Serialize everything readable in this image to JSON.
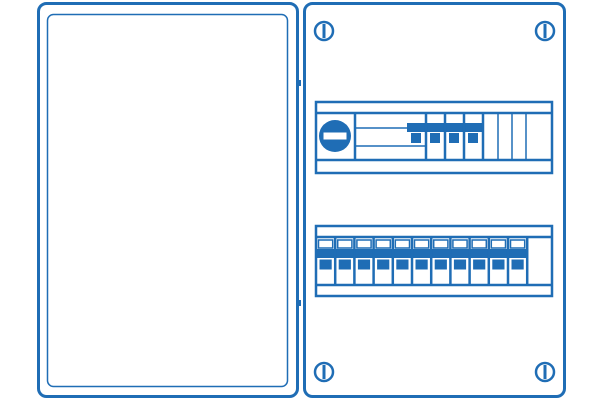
{
  "colors": {
    "stroke": "#1f6db5",
    "background": "#ffffff"
  },
  "panel": {
    "door": {
      "state": "open"
    },
    "screws": 4,
    "upper_rail": {
      "main_switch": 1,
      "breakers": 4,
      "blank_modules": 4
    },
    "lower_rail": {
      "breakers": 11,
      "blank_modules": 1
    }
  }
}
